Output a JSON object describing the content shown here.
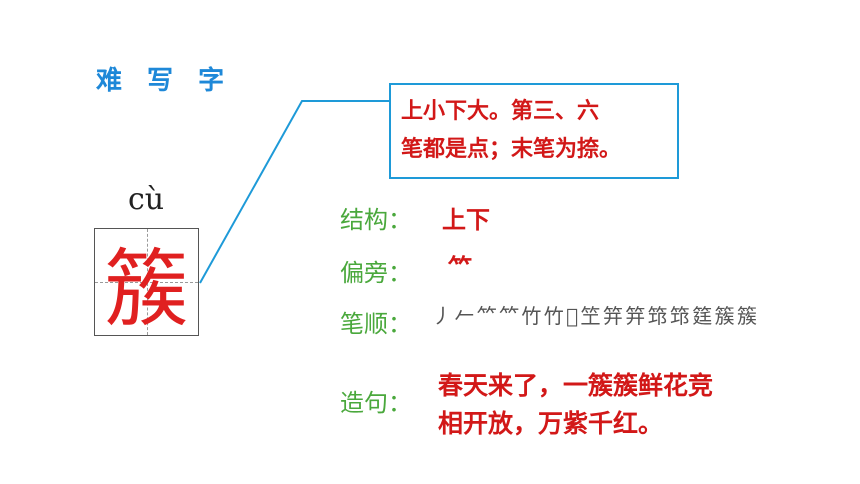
{
  "lesson": {
    "title": "难 写 字",
    "pinyin": "cù",
    "character": "簇"
  },
  "callout": {
    "line1": "上小下大。第三、六",
    "line2": "笔都是点；末笔为捺。"
  },
  "analysis": {
    "structure_label": "结构：",
    "structure_value": "上下",
    "radical_label": "偏旁：",
    "radical_value": "⺮",
    "stroke_order_label": "笔顺：",
    "stroke_order_value": "丿 𠂉 𥫗 𥫗 竹 竹 𫁀 笁 笄 笄 筇 筇 筳 簇 簇",
    "sentence_label": "造句：",
    "sentence_line1": "春天来了，一簇簇鲜花竞",
    "sentence_line2": "相开放，万紫千红。"
  },
  "colors": {
    "title_blue": "#1e88d8",
    "callout_border": "#1e9ad8",
    "label_green": "#4aa83c",
    "value_red": "#d21818",
    "character_red": "#e02020"
  }
}
